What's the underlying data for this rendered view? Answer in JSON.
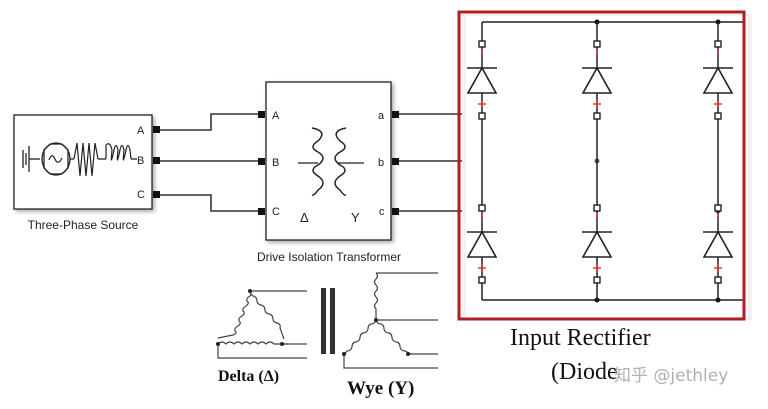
{
  "source_block": {
    "caption": "Three-Phase Source",
    "ports": [
      "A",
      "B",
      "C"
    ]
  },
  "transformer_block": {
    "caption": "Drive Isolation Transformer",
    "input_ports": [
      "A",
      "B",
      "C"
    ],
    "output_ports": [
      "a",
      "b",
      "c"
    ],
    "primary_symbol": "Δ",
    "secondary_symbol": "Y"
  },
  "winding_legend": {
    "delta_label": "Delta (Δ)",
    "wye_label": "Wye (Y)"
  },
  "rectifier": {
    "title_line1": "Input Rectifier",
    "title_line2": "(Diode",
    "highlight_color": "#b01e23",
    "diode_count": 6
  },
  "watermark": {
    "text": "知乎 @jethley"
  }
}
